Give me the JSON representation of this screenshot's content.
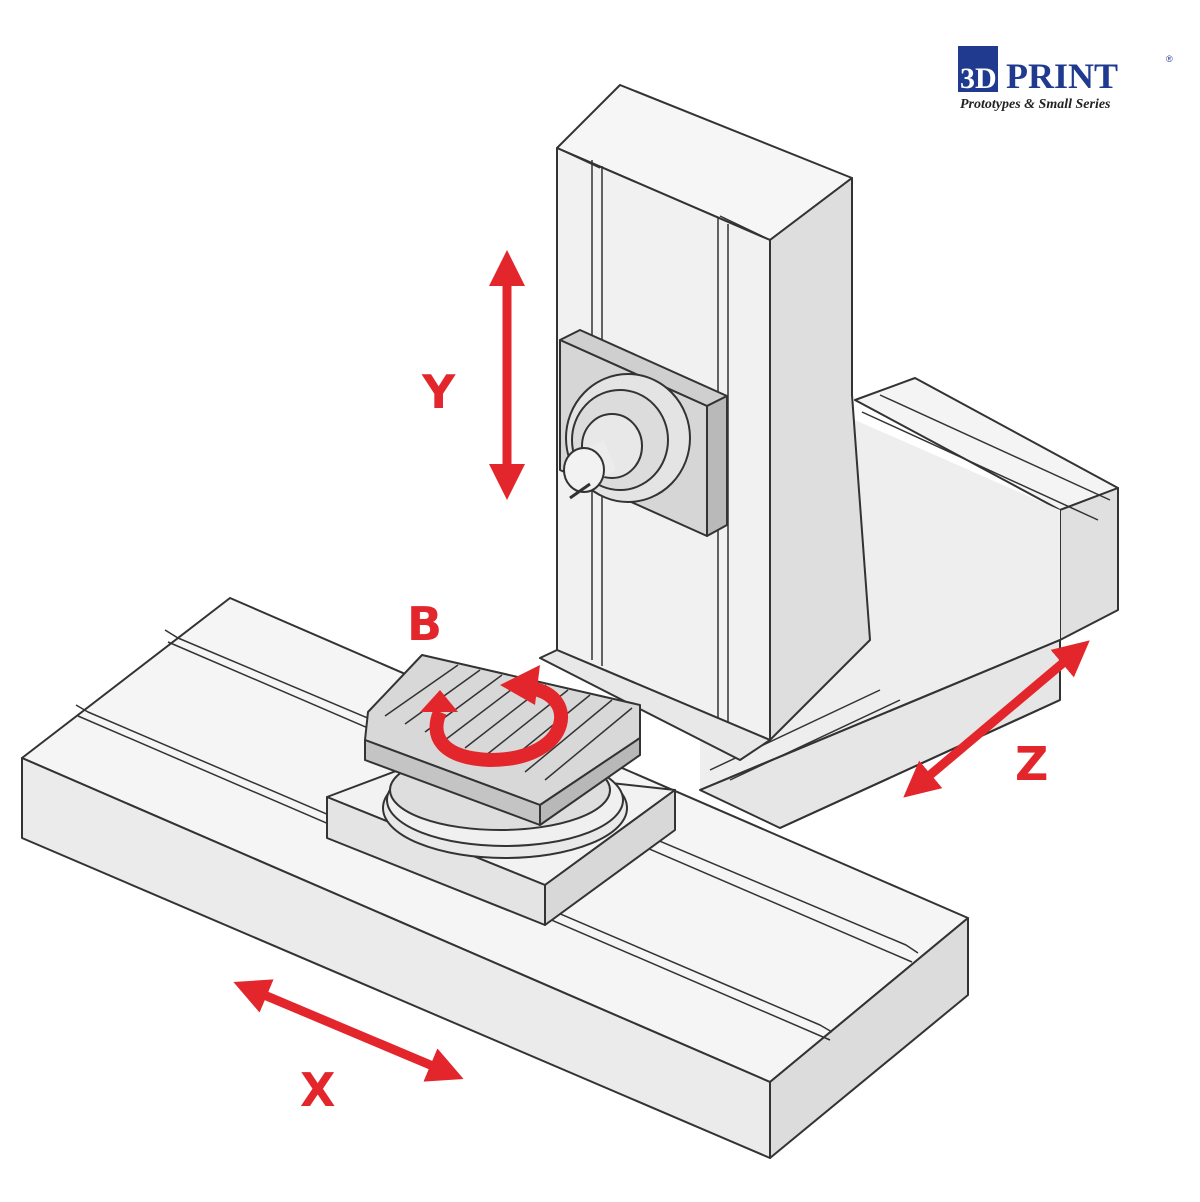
{
  "logo": {
    "mark": "3D",
    "word": "PRINT",
    "registered": "®",
    "tagline": "Prototypes & Small Series",
    "brand_color": "#1f3a8f"
  },
  "axes": {
    "x": "X",
    "y": "Y",
    "z": "Z",
    "b": "B",
    "arrow_color": "#e3262b"
  },
  "colors": {
    "line": "#333333",
    "face_light": "#f4f4f4",
    "face_mid": "#e6e6e6",
    "face_dark": "#d2d2d2"
  }
}
